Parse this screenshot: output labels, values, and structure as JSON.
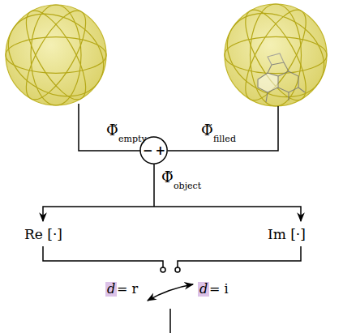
{
  "diagram": {
    "nodes": [
      {
        "text": [
          "−",
          "+"
        ]
      }
    ],
    "labels": [
      "Φ̃",
      "empty",
      "Φ̃",
      "filled",
      "Φ̃",
      "object",
      "Re [·]",
      "Im [·]",
      "d",
      "= r",
      "d",
      "= i"
    ]
  }
}
